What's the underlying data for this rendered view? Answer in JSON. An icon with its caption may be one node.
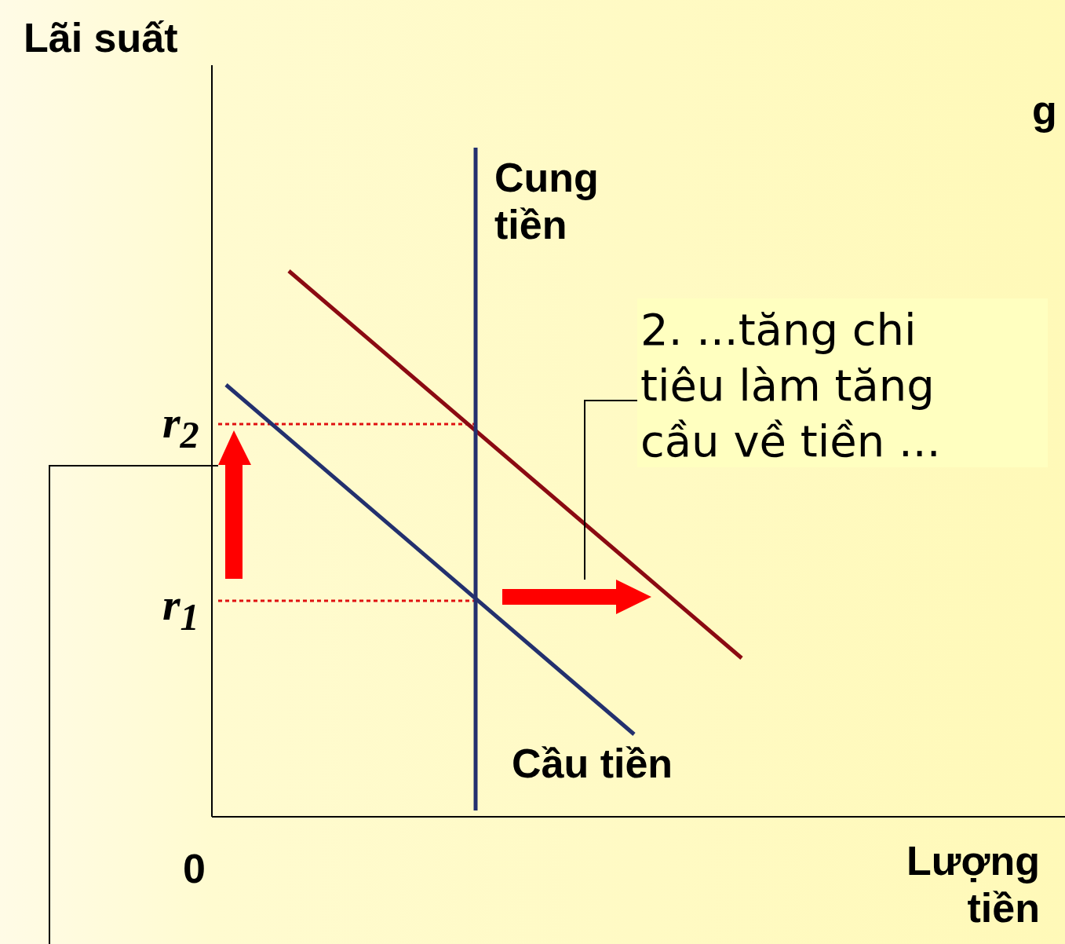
{
  "diagram": {
    "nodes": [
      {
        "text": [
          "2. ...tăng chi tiêu làm tăng cầu về tiền ..."
        ]
      },
      {
        "text": [],
        "shape": "arrow"
      },
      {
        "text": [],
        "shape": "arrow"
      }
    ],
    "edges": [
      {
        "from": 0,
        "to": 1,
        "arrow": "none"
      },
      {
        "from": null,
        "to": 2,
        "arrow": "none"
      }
    ],
    "labels": [
      "Lãi suất",
      "g",
      "Cung tiền",
      "r$_{2}$",
      "r$_{1}$",
      "Cầu tiền",
      "0",
      "Lượng tiền"
    ]
  }
}
